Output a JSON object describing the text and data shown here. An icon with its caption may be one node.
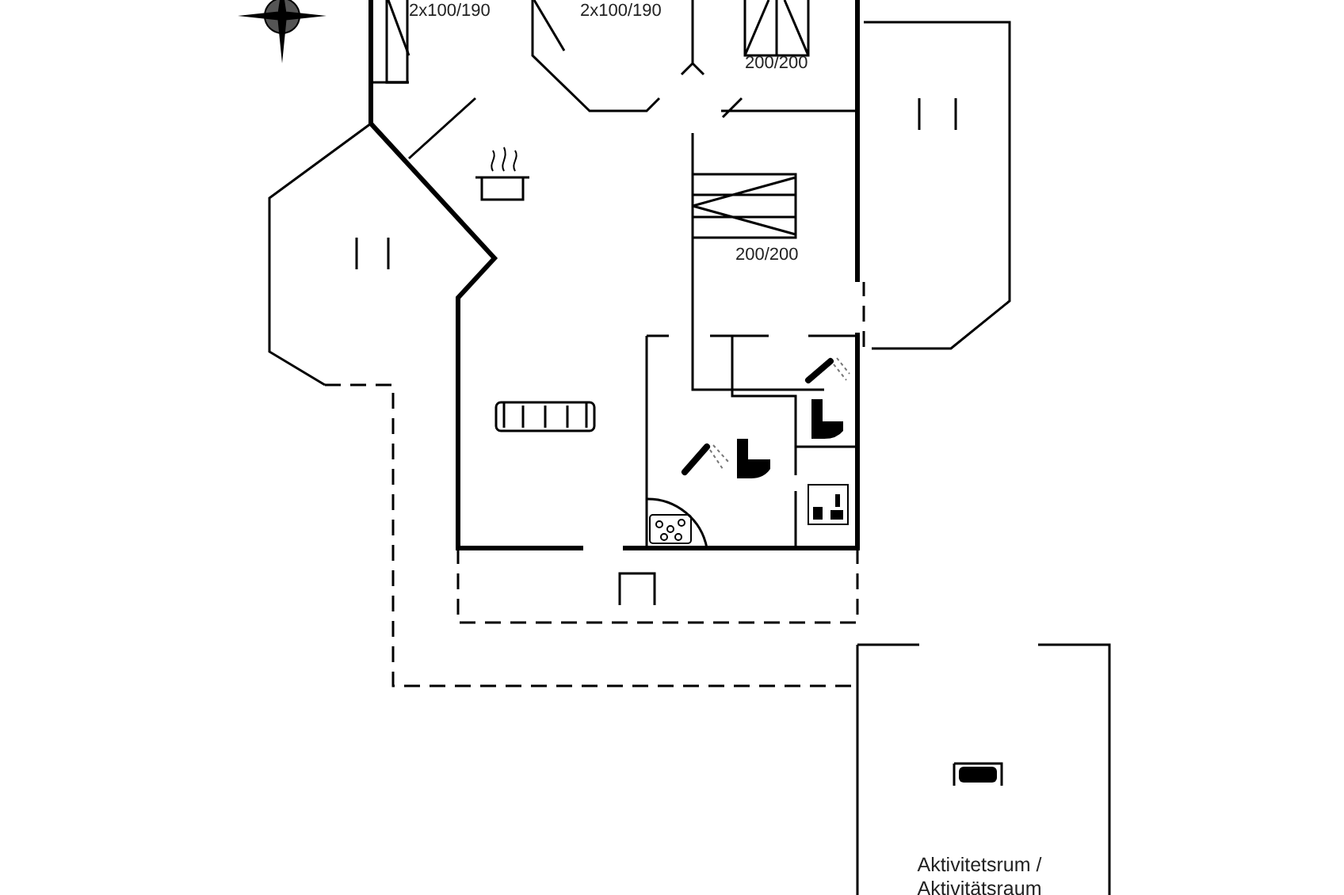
{
  "diagram": {
    "labels": [
      "2x100/190",
      "2x100/190",
      "200/200",
      "200/200",
      "Aktivitetsrum / Aktivitätsraum"
    ]
  }
}
